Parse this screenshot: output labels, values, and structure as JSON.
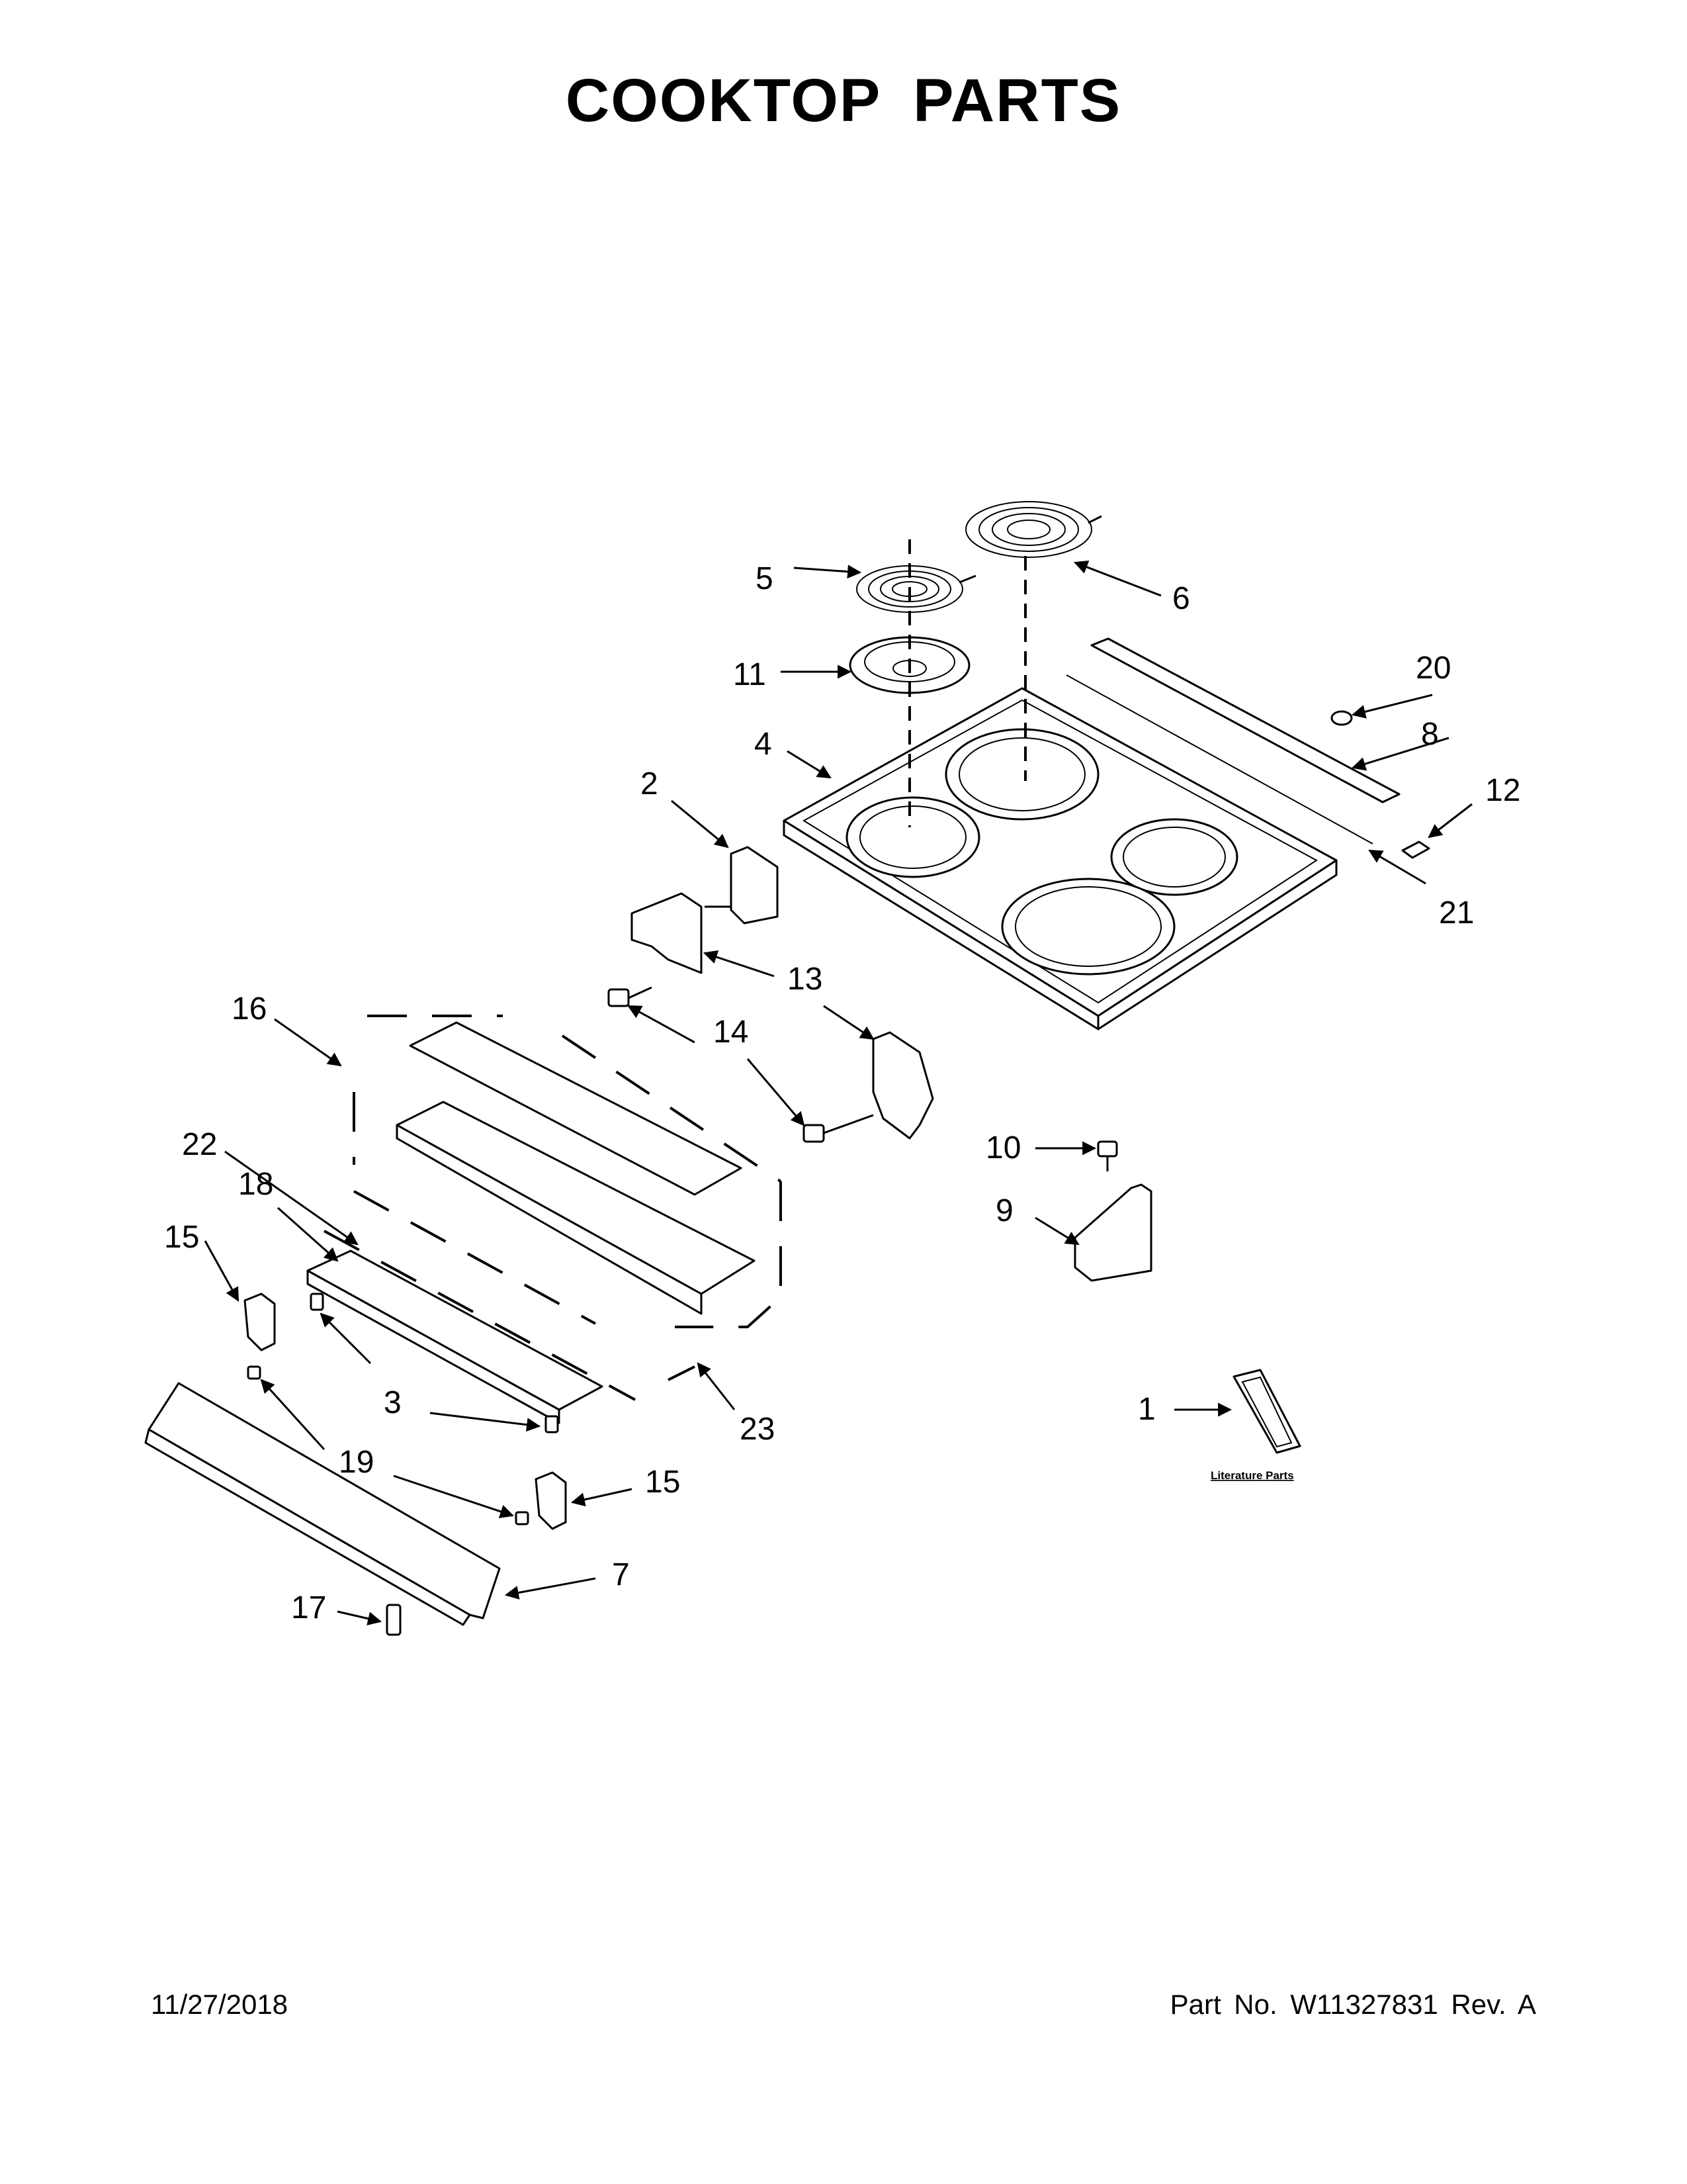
{
  "title": "COOKTOP PARTS",
  "footer": {
    "date": "11/27/2018",
    "part_no": "Part No.  W11327831  Rev.  A"
  },
  "callouts": [
    "1",
    "2",
    "3",
    "4",
    "5",
    "6",
    "7",
    "8",
    "9",
    "10",
    "11",
    "12",
    "13",
    "14",
    "15",
    "15",
    "16",
    "17",
    "18",
    "19",
    "20",
    "21",
    "22",
    "23"
  ],
  "literature_label": "Literature Parts"
}
